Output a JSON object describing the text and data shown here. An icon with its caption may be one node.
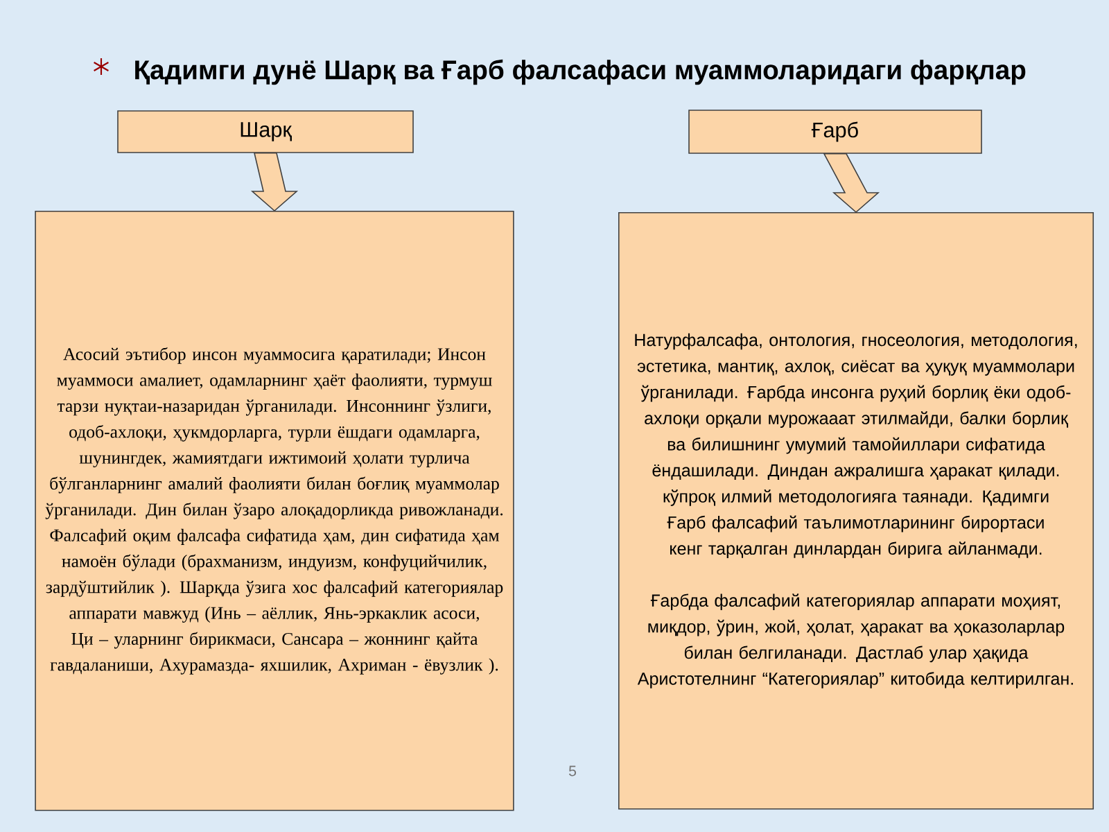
{
  "diagram": {
    "title": "Қадимги дунё Шарқ ва Ғарб фалсафаси муаммоларидаги фарқлар",
    "nodes": [
      {
        "text": [
          "Шарқ"
        ]
      },
      {
        "text": [
          "Ғарб"
        ]
      },
      {
        "text": [
          "Асосий эътибор инсон муаммосига қаратилади; Инсон муаммоси амалиет, одамларнинг ҳаёт фаолияти, турмуш тарзи нуқтаи-назаридан ўрганилади. Инсоннинг ўзлиги, одоб-ахлоқи, ҳукмдорларга, турли ёшдаги одамларга, шунингдек, жамиятдаги ижтимоий ҳолати турлича бўлганларнинг амалий фаолияти билан боғлиқ муаммолар ўрганилади. Дин билан ўзаро алоқадорликда ривожланади. Фалсафий оқим фалсафа сифатида ҳам, дин сифатида ҳам намоён бўлади (брахманизм, индуизм, конфуцийчилик, зардўштийлик ). Шарқда ўзига хос фалсафий категориялар аппарати мавжуд (Инь – аёллик, Янь-эркаклик асоси, Ци – уларнинг бирикмаси, Сансара – жоннинг қайта гавдаланиши, Ахурамазда- яхшилик, Ахриман - ёвузлик )."
        ]
      },
      {
        "text": [
          "Натурфалсафа, онтология, гносеология, методология, эстетика, мантиқ, ахлоқ, сиёсат ва ҳуқуқ муаммолари ўрганилади. Ғарбда инсонга руҳий борлиқ ёки одоб-ахлоқи орқали мурожааат этилмайди, балки борлиқ ва билишнинг умумий тамойиллари сифатида ёндашилади. Диндан ажралишга ҳаракат қилади. кўпроқ илмий методологияга таянади. Қадимги Ғарб фалсафий таълимотларининг бирортаси кенг тарқалган динлардан бирига айланмади.",
          "Ғарбда фалсафий категориялар аппарати моҳият, миқдор, ўрин, жой, ҳолат, ҳаракат ва ҳоказоларлар билан белгиланади. Дастлаб улар ҳақида Аристотелнинг “Категориялар” китобида келтирилган."
        ]
      }
    ],
    "edges": [
      {
        "from": 0,
        "to": 2,
        "arrow": "to"
      },
      {
        "from": 1,
        "to": 3,
        "arrow": "to"
      }
    ],
    "labels": [
      "5"
    ]
  }
}
